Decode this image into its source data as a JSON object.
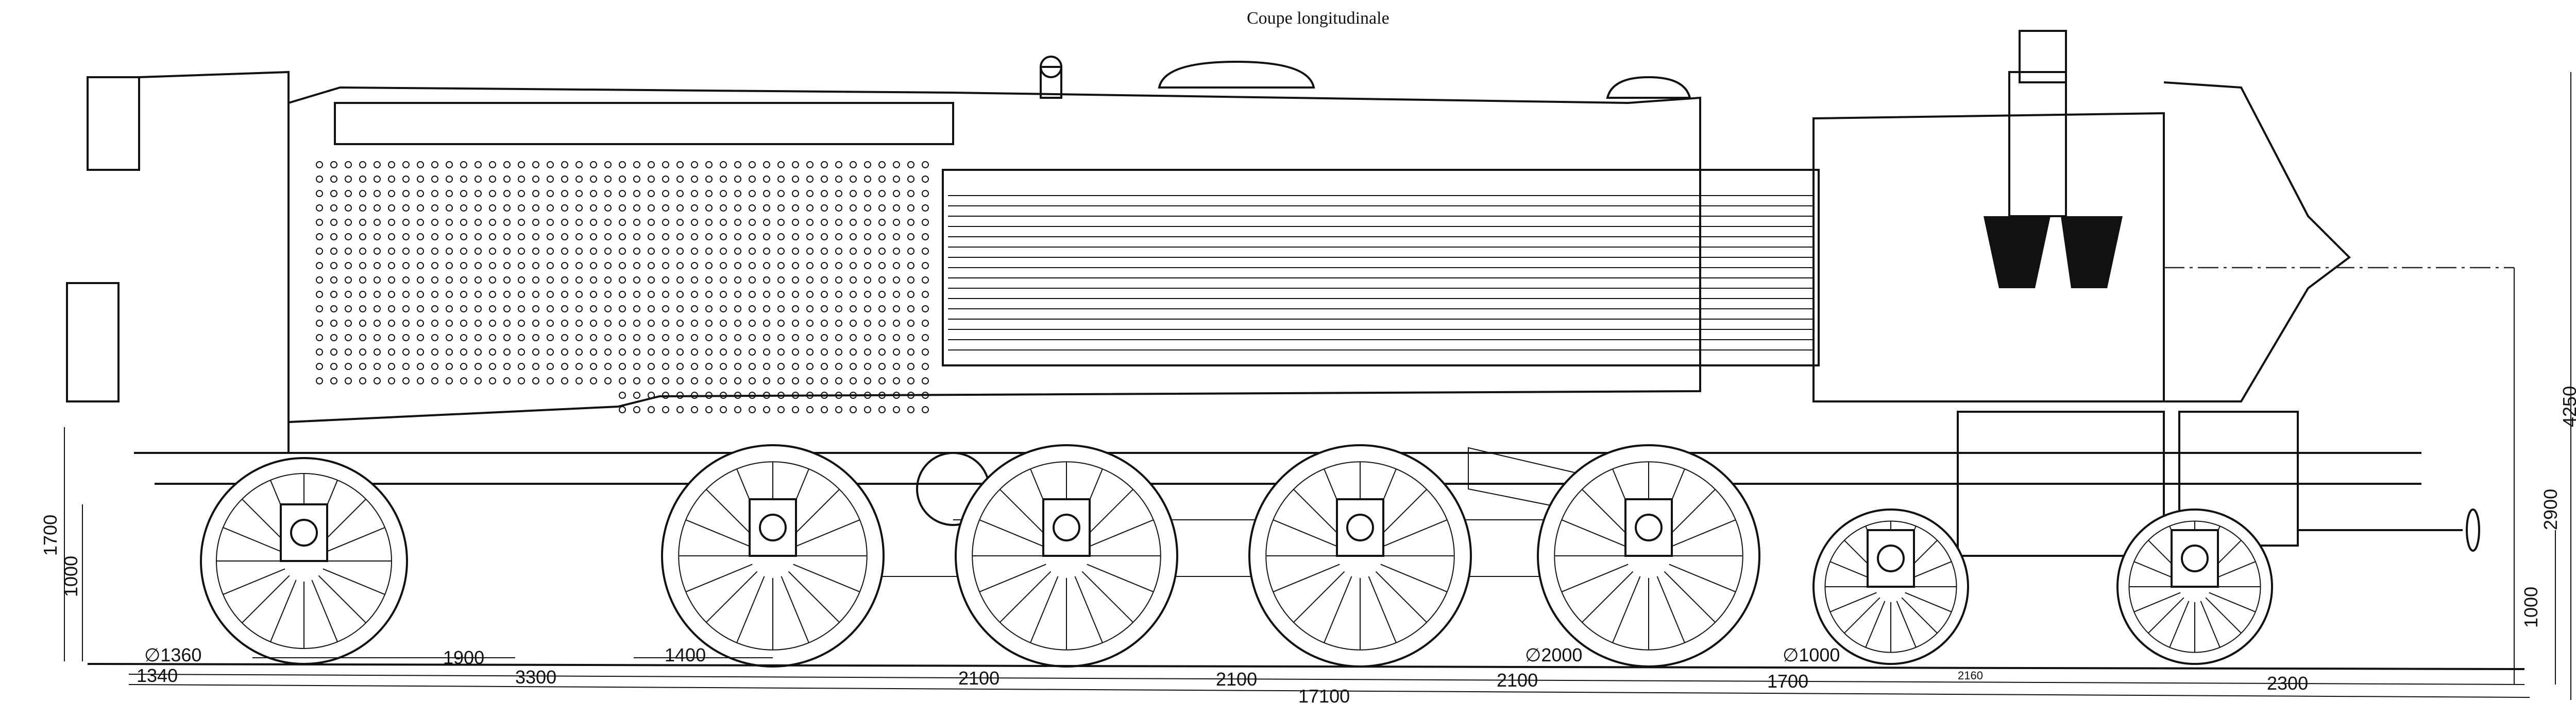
{
  "title": "Coupe longitudinale",
  "dimensions": {
    "upper_row": {
      "rear_overhang_axle": "1900",
      "trailing_to_driver": "1400"
    },
    "wheel_diameters": {
      "trailing": "∅1360",
      "driving": "∅2000",
      "bogie": "∅1000"
    },
    "middle_row": [
      "1340",
      "3300",
      "2100",
      "2100",
      "2100",
      "1700",
      "2160",
      "2300"
    ],
    "overall_length": "17100",
    "left_vertical": {
      "footplate_height": "1700",
      "buffer_height": "1000"
    },
    "right_vertical": {
      "buffer_height": "1000",
      "boiler_axis_height": "2900",
      "total_height": "4250"
    }
  },
  "colors": {
    "ink": "#111111",
    "paper": "#ffffff"
  }
}
